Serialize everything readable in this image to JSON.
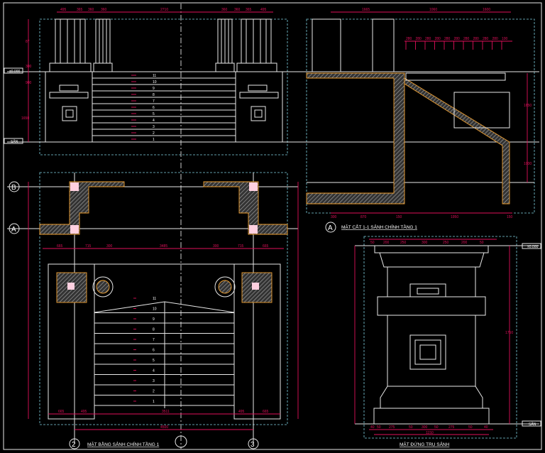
{
  "titles": {
    "plan": "MẶT BẰNG SẢNH CHÍNH TẦNG 1",
    "section": "MẶT CẮT 1-1 SẢNH CHÍNH TẦNG 1",
    "pedestal": "MẶT ĐỨNG TRỤ SẢNH"
  },
  "levels": {
    "zero": "±0.000",
    "ground": "SÂN"
  },
  "grid": {
    "a": "A",
    "b": "B",
    "two": "2",
    "three": "3",
    "section_ref": "A"
  },
  "steps": [
    "1",
    "2",
    "3",
    "4",
    "5",
    "6",
    "7",
    "8",
    "9",
    "10",
    "11"
  ],
  "dims": {
    "elev_top": [
      "495",
      "365",
      "360",
      "360",
      "2710",
      "360",
      "360",
      "365",
      "495"
    ],
    "elev_left": [
      "87",
      "300",
      "900",
      "1650"
    ],
    "plan_bottom": [
      "665",
      "495",
      "3511",
      "495",
      "665"
    ],
    "plan_total": "4500",
    "plan_mid": [
      "665",
      "715",
      "300",
      "3485",
      "300",
      "715",
      "665"
    ],
    "section_top": [
      "1665",
      "1060",
      "1600"
    ],
    "section_steps": [
      "280",
      "280",
      "280",
      "280",
      "280",
      "280",
      "280",
      "280",
      "280",
      "280",
      "100"
    ],
    "section_bottom": [
      "300",
      "870",
      "150",
      "1950",
      "150"
    ],
    "section_right": [
      "1650",
      "1000"
    ],
    "pedestal_top": [
      "50",
      "200",
      "250",
      "300",
      "250",
      "200",
      "50"
    ],
    "pedestal_bottom": [
      "40",
      "50",
      "275",
      "50",
      "300",
      "50",
      "275",
      "50",
      "40"
    ],
    "pedestal_total": "1150",
    "pedestal_right": [
      "1750"
    ]
  },
  "colors": {
    "background": "#000000",
    "lines": "#e8e8e8",
    "dimensions": "#e0105a",
    "viewport": "#7fd0e0",
    "hatch": "#f0a030"
  }
}
